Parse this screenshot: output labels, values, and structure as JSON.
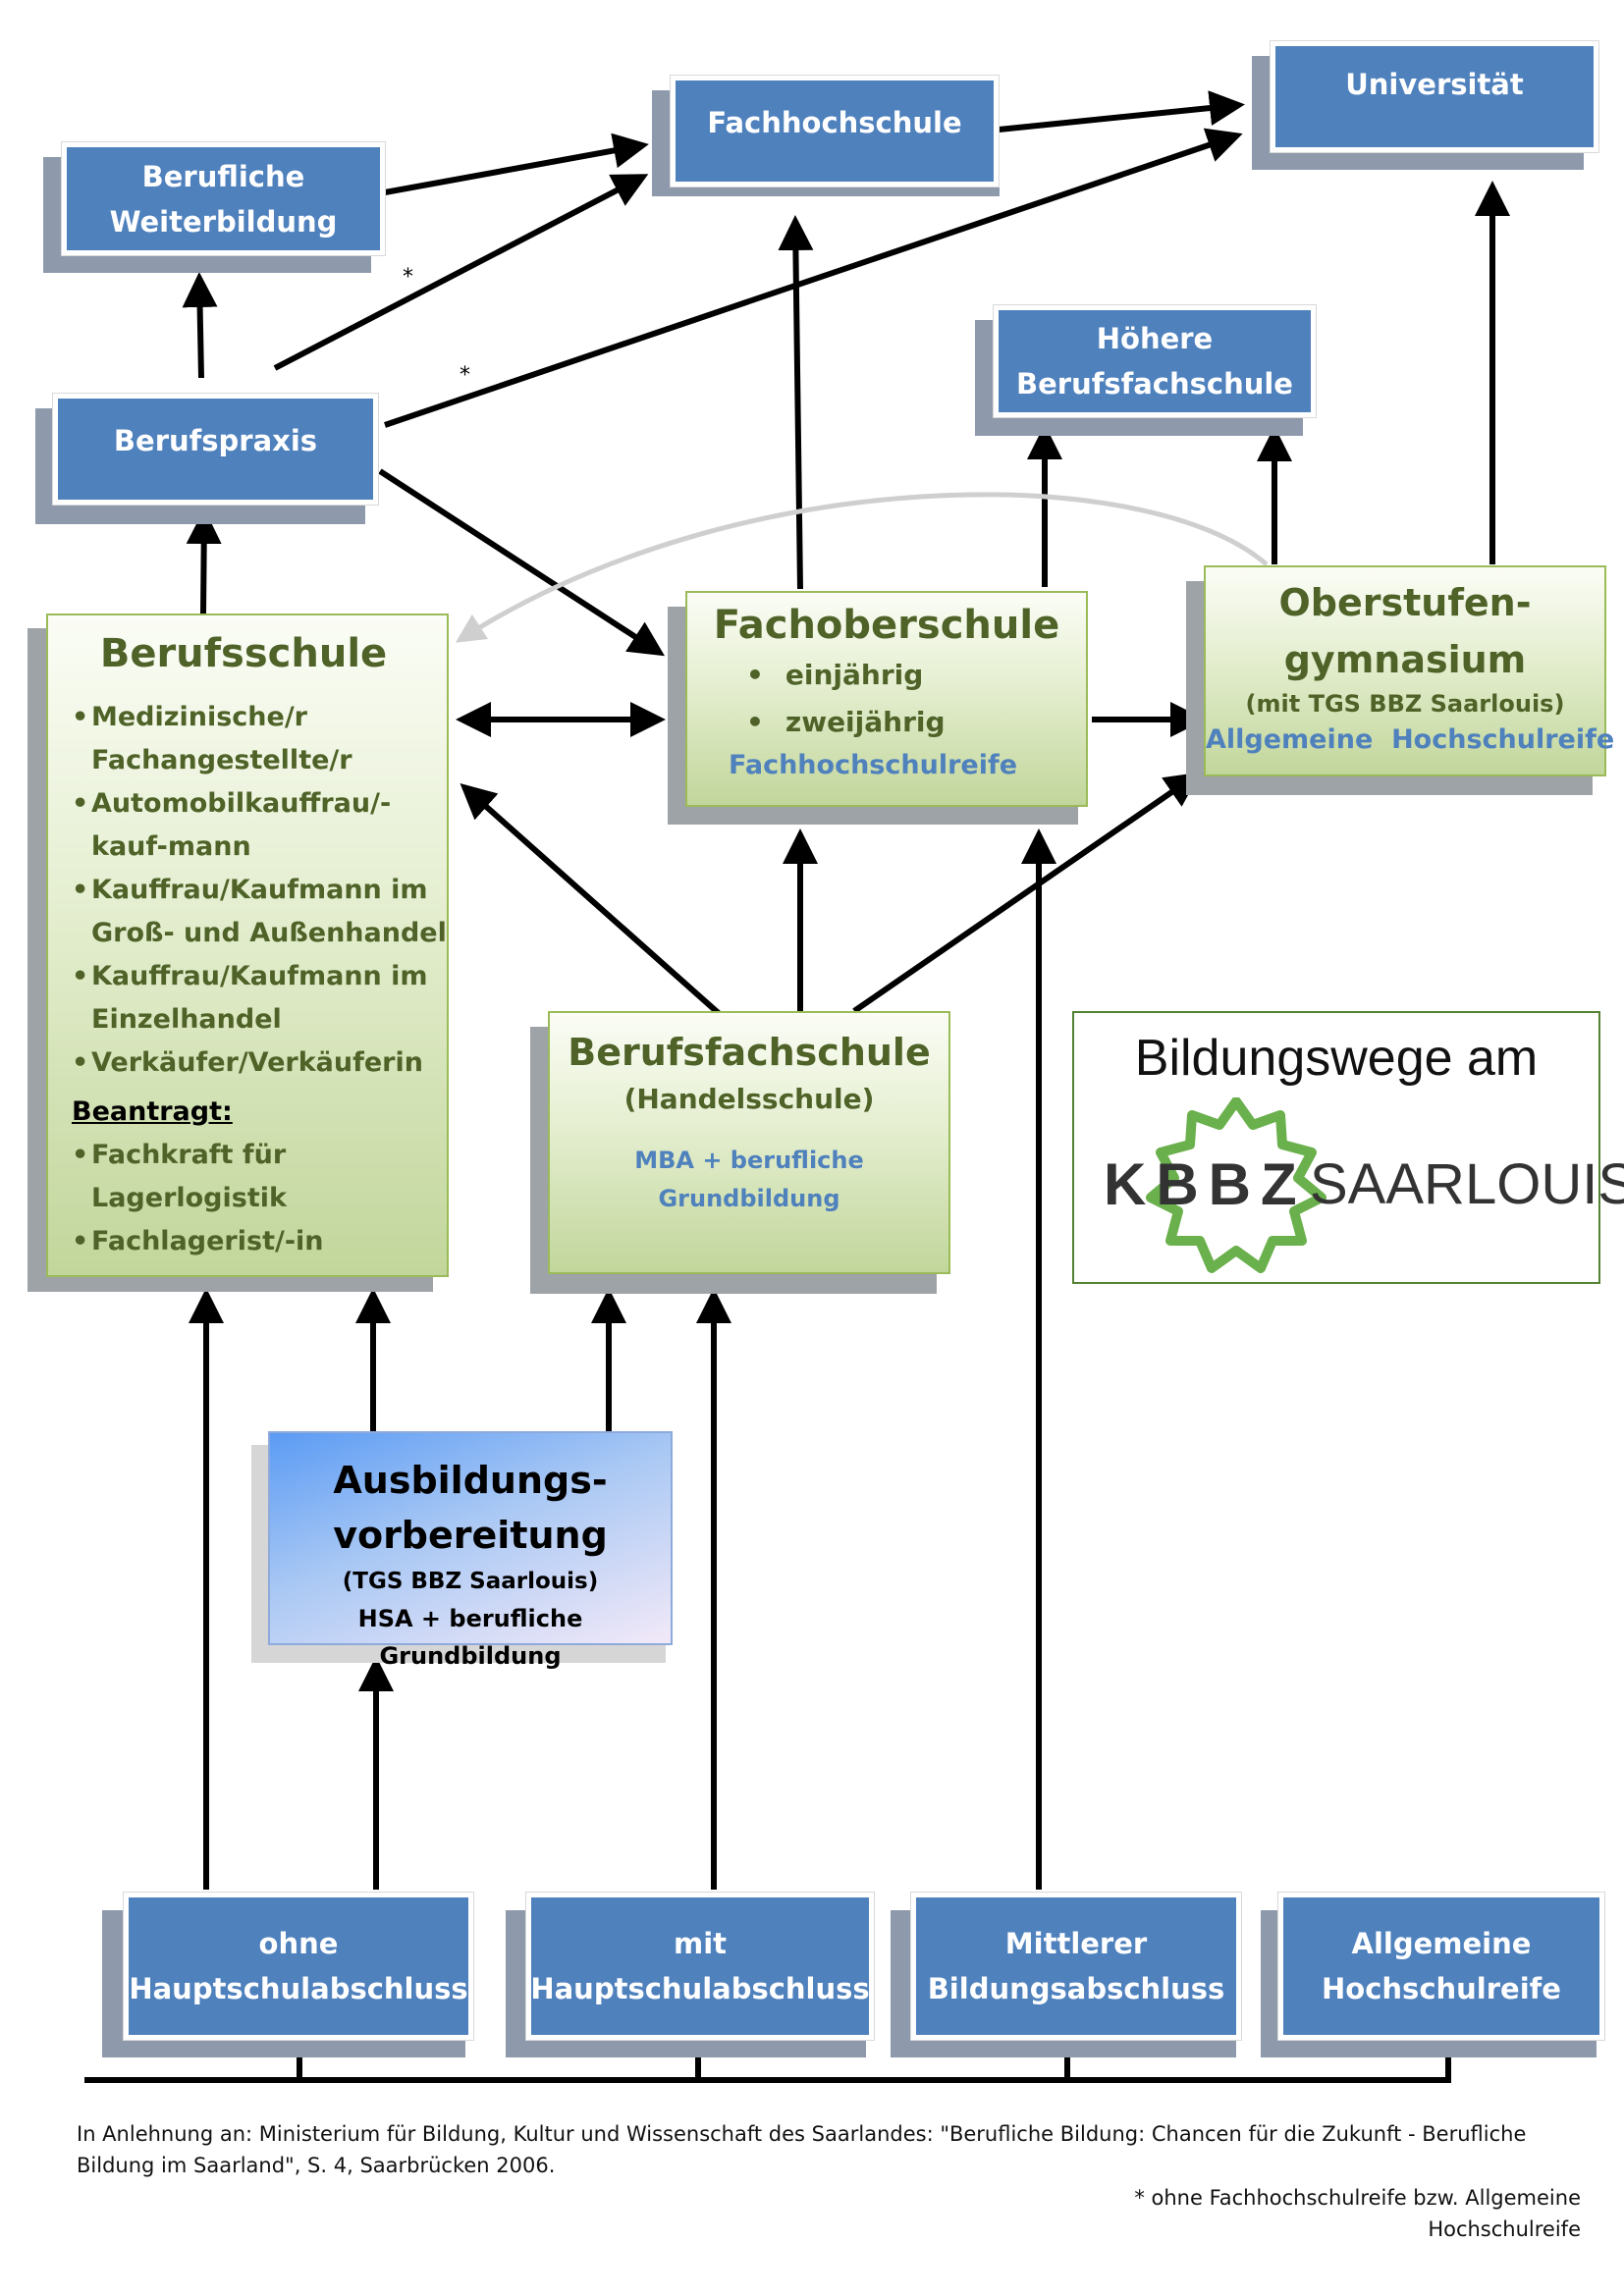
{
  "boxes": {
    "fachhochschule": "Fachhochschule",
    "universitaet": "Universität",
    "berufliche_weiterbildung_1": "Berufliche",
    "berufliche_weiterbildung_2": "Weiterbildung",
    "hoehere_bfs_1": "Höhere",
    "hoehere_bfs_2": "Berufsfachschule",
    "berufspraxis": "Berufspraxis"
  },
  "asterisk": "*",
  "berufsschule": {
    "title": "Berufsschule",
    "items": [
      "Medizinische/r Fachangestellte/r",
      "Automobilkauffrau/-kauf-mann",
      "Kauffrau/Kaufmann im Groß- und Außenhandel",
      "Kauffrau/Kaufmann im Einzelhandel",
      "Verkäufer/Verkäuferin"
    ],
    "beantragt_label": "Beantragt:",
    "beantragt_items": [
      "Fachkraft für Lagerlogistik",
      "Fachlagerist/-in"
    ]
  },
  "fachoberschule": {
    "title": "Fachoberschule",
    "items": [
      "einjährig",
      "zweijährig"
    ],
    "abschluss": "Fachhochschulreife"
  },
  "oberstufe": {
    "title_1": "Oberstufen-",
    "title_2": "gymnasium",
    "sub": "(mit TGS BBZ Saarlouis)",
    "abschluss": "Allgemeine  Hochschulreife"
  },
  "berufsfachschule": {
    "title": "Berufsfachschule",
    "sub": "(Handelsschule)",
    "abschluss_1": "MBA + berufliche",
    "abschluss_2": "Grundbildung"
  },
  "ausbildung": {
    "title_1": "Ausbildungs-",
    "title_2": "vorbereitung",
    "sub": "(TGS BBZ Saarlouis)",
    "abschluss": "HSA + berufliche Grundbildung"
  },
  "logo": {
    "heading": "Bildungswege am",
    "letters": "KBBZ",
    "city": "SAARLOUIS"
  },
  "bottom": {
    "ohne_1": "ohne",
    "ohne_2": "Hauptschulabschluss",
    "mit_1": "mit",
    "mit_2": "Hauptschulabschluss",
    "mittlerer_1": "Mittlerer",
    "mittlerer_2": "Bildungsabschluss",
    "allgemeine_1": "Allgemeine",
    "allgemeine_2": "Hochschulreife"
  },
  "footer": {
    "source": "In Anlehnung an: Ministerium für Bildung, Kultur und Wissenschaft des Saarlandes: \"Berufliche Bildung: Chancen für die Zukunft - Berufliche Bildung im Saarland\", S. 4, Saarbrücken 2006.",
    "note": "* ohne Fachhochschulreife bzw. Allgemeine Hochschulreife"
  },
  "colors": {
    "blue_box": "#4f81bd",
    "green_text": "#4f6228",
    "green_border": "#9bbb59",
    "logo_green": "#6ab04c"
  }
}
